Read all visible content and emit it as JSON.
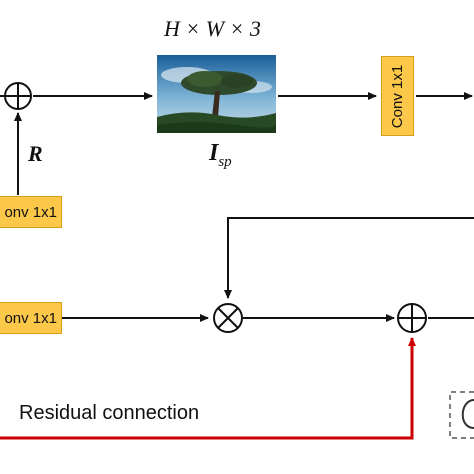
{
  "header_formula": "H × W × 3",
  "image_label": {
    "main": "I",
    "sub": "sp"
  },
  "r_label": "R",
  "boxes": {
    "top_left_conv": "onv 1x1",
    "top_right_conv": "Conv 1x1",
    "mid_left_conv": "onv 1x1"
  },
  "residual_label": "Residual connection",
  "colors": {
    "box_fill": "#fcc84a",
    "box_border": "#d4a017",
    "residual": "#cc0000",
    "line": "#111111"
  },
  "icons": [
    "plus-circle-icon",
    "multiply-circle-icon"
  ]
}
